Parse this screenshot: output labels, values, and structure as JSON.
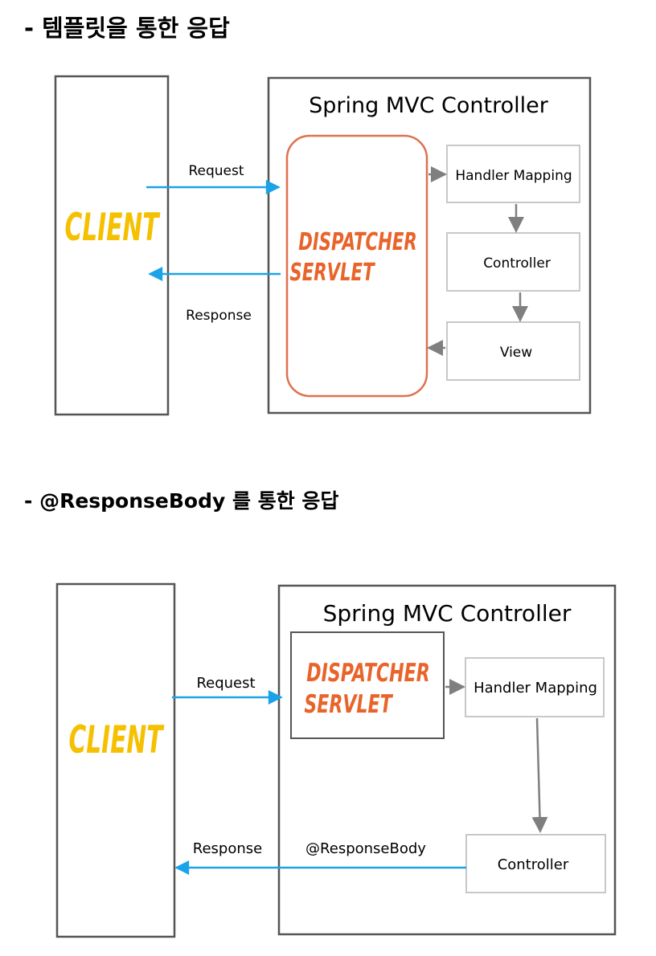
{
  "headings": {
    "template": "- 템플릿을 통한 응답",
    "response_body": "- @ResponseBody 를 통한 응답"
  },
  "diagram1": {
    "client": "CLIENT",
    "container_title": "Spring MVC Controller",
    "dispatcher_line1": "DISPATCHER",
    "dispatcher_line2": "SERVLET",
    "handler_mapping": "Handler Mapping",
    "controller": "Controller",
    "view": "View",
    "request": "Request",
    "response": "Response"
  },
  "diagram2": {
    "client": "CLIENT",
    "container_title": "Spring MVC Controller",
    "dispatcher_line1": "DISPATCHER",
    "dispatcher_line2": "SERVLET",
    "handler_mapping": "Handler Mapping",
    "controller": "Controller",
    "request": "Request",
    "response": "Response",
    "response_body": "@ResponseBody"
  },
  "colors": {
    "arrow_blue": "#1aa3e8",
    "arrow_gray": "#7f7f7f",
    "client_yellow": "#f5c000",
    "dispatcher_orange": "#e8642a"
  }
}
